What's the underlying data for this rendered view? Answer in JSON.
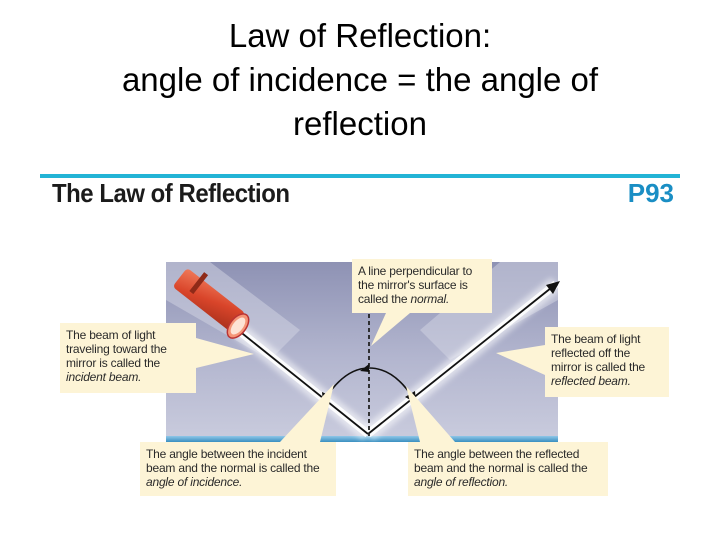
{
  "slide": {
    "title_lines": [
      "Law of Reflection:",
      "angle of incidence = the angle of",
      "reflection"
    ]
  },
  "header": {
    "title": "The Law of Reflection",
    "page_ref": "P93"
  },
  "callouts": {
    "incident": {
      "text": "The beam of light traveling toward the mirror is called the ",
      "term": "incident beam."
    },
    "normal": {
      "text": "A line perpendicular to the mirror's surface is called the ",
      "term": "normal."
    },
    "reflected": {
      "text": "The beam of light reflected off the mirror is called the ",
      "term": "reflected beam."
    },
    "angle_incidence": {
      "text": "The angle between the incident beam and the normal is called the ",
      "term": "angle of incidence."
    },
    "angle_reflection": {
      "text": "The angle between the reflected beam and the normal is called the ",
      "term": "angle of reflection."
    }
  },
  "colors": {
    "accent_rule": "#22b4d6",
    "page_ref": "#1a8ec4",
    "flashlight": "#d9452a",
    "callout_bg": "#fdf4d6",
    "diagram_bg": "#a7aac6"
  }
}
